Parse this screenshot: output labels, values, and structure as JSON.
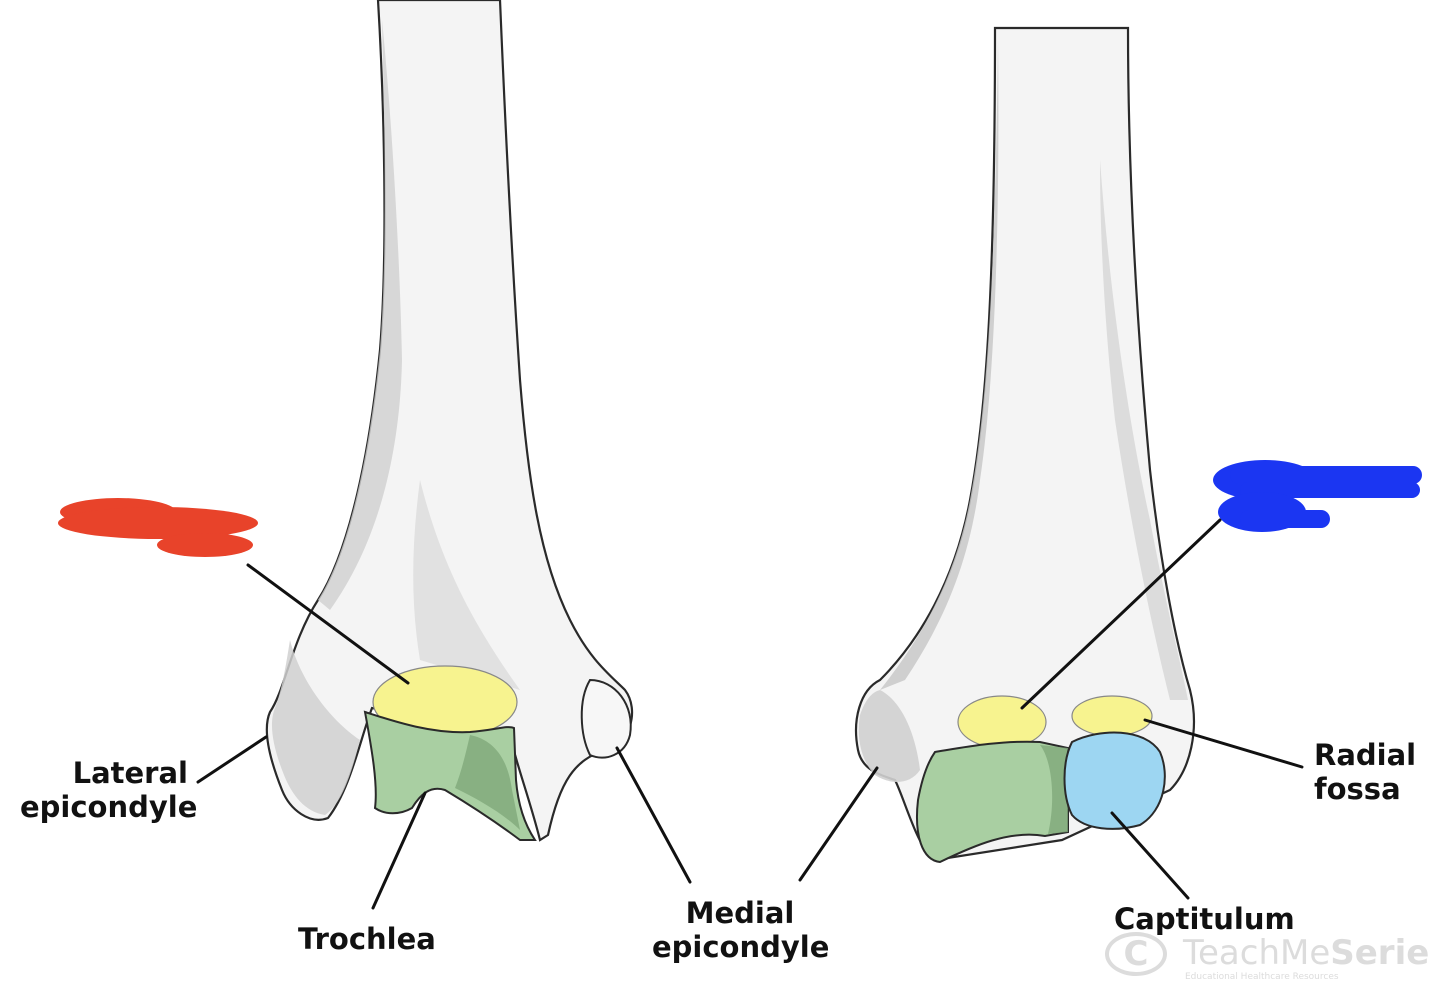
{
  "labels": {
    "lateral_epicondyle": [
      "Lateral",
      "epicondyle"
    ],
    "trochlea": "Trochlea",
    "medial_epicondyle": [
      "Medial",
      "epicondyle"
    ],
    "radial_fossa": [
      "Radial",
      "fossa"
    ],
    "capitulum": "Captitulum"
  },
  "colors": {
    "fossa_yellow": "#f7f38f",
    "trochlea_green": "#a9cfa2",
    "capitulum_blue": "#9dd6f2",
    "redaction_red": "#e8432a",
    "redaction_blue": "#1b36f2",
    "leader_line": "#111111",
    "bone_outline": "#2a2a2a"
  },
  "watermark": {
    "symbol": "C",
    "brand_light": "TeachMe",
    "brand_bold": "Series",
    "tagline": "Educational Healthcare Resources"
  }
}
